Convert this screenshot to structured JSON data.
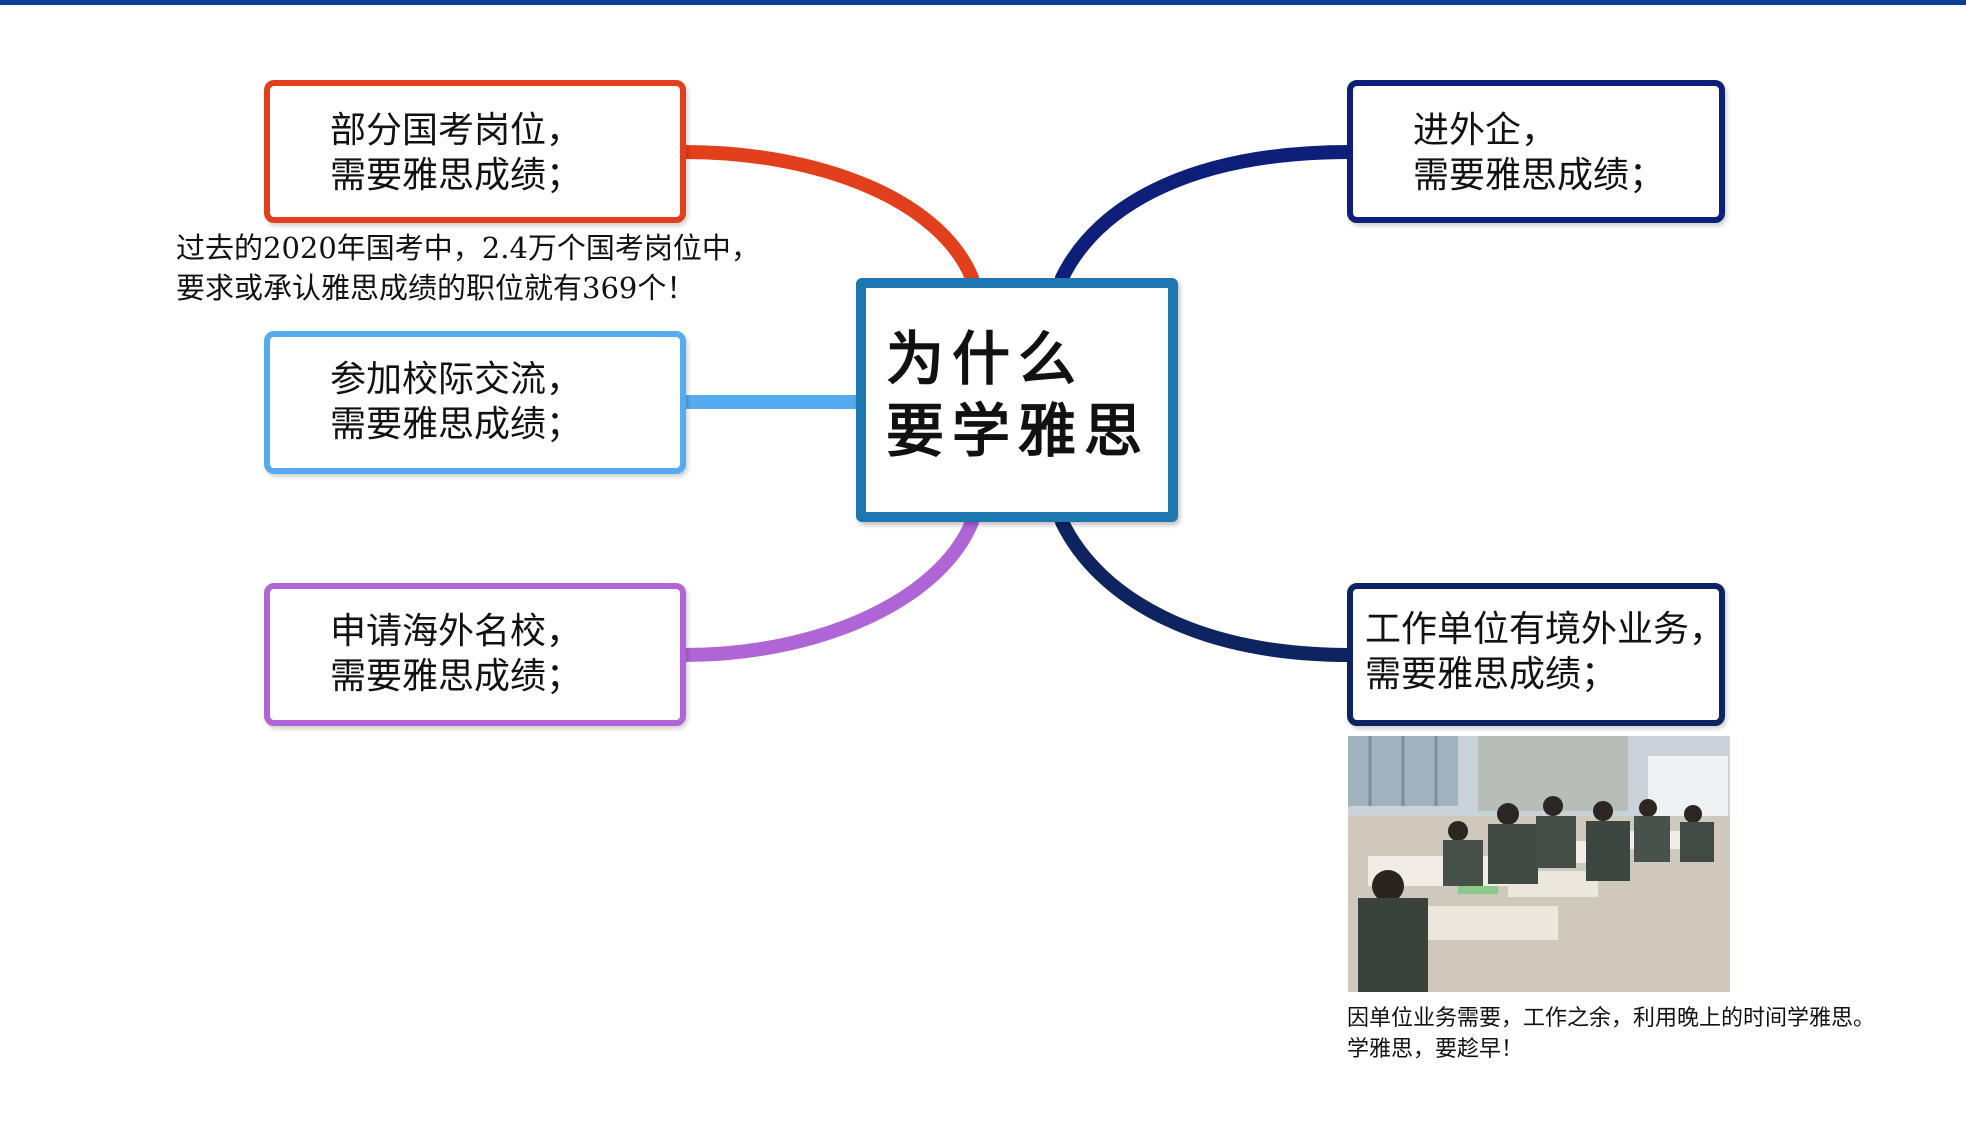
{
  "center": {
    "line1": "为什么",
    "line2": "要学雅思"
  },
  "nodes": {
    "civil_service": {
      "line1": "部分国考岗位，",
      "line2": "需要雅思成绩；",
      "color": "#e2401d"
    },
    "exchange": {
      "line1": "参加校际交流，",
      "line2": "需要雅思成绩；",
      "color": "#55aaf0"
    },
    "study_abroad": {
      "line1": "申请海外名校，",
      "line2": "需要雅思成绩；",
      "color": "#b065d6"
    },
    "foreign_company": {
      "line1": "进外企，",
      "line2": "需要雅思成绩；",
      "color": "#0e1f7a"
    },
    "overseas_business": {
      "line1": "工作单位有境外业务，",
      "line2": "需要雅思成绩；",
      "color": "#0e2461"
    }
  },
  "notes": {
    "exam_stat_line1": "过去的2020年国考中，2.4万个国考岗位中，",
    "exam_stat_line2": "要求或承认雅思成绩的职位就有369个！"
  },
  "photo_caption": {
    "line1": "因单位业务需要，工作之余，利用晚上的时间学雅思。",
    "line2": "学雅思，要趁早！"
  },
  "colors": {
    "top_bar": "#0b3f94",
    "center_border": "#1d77b0"
  }
}
